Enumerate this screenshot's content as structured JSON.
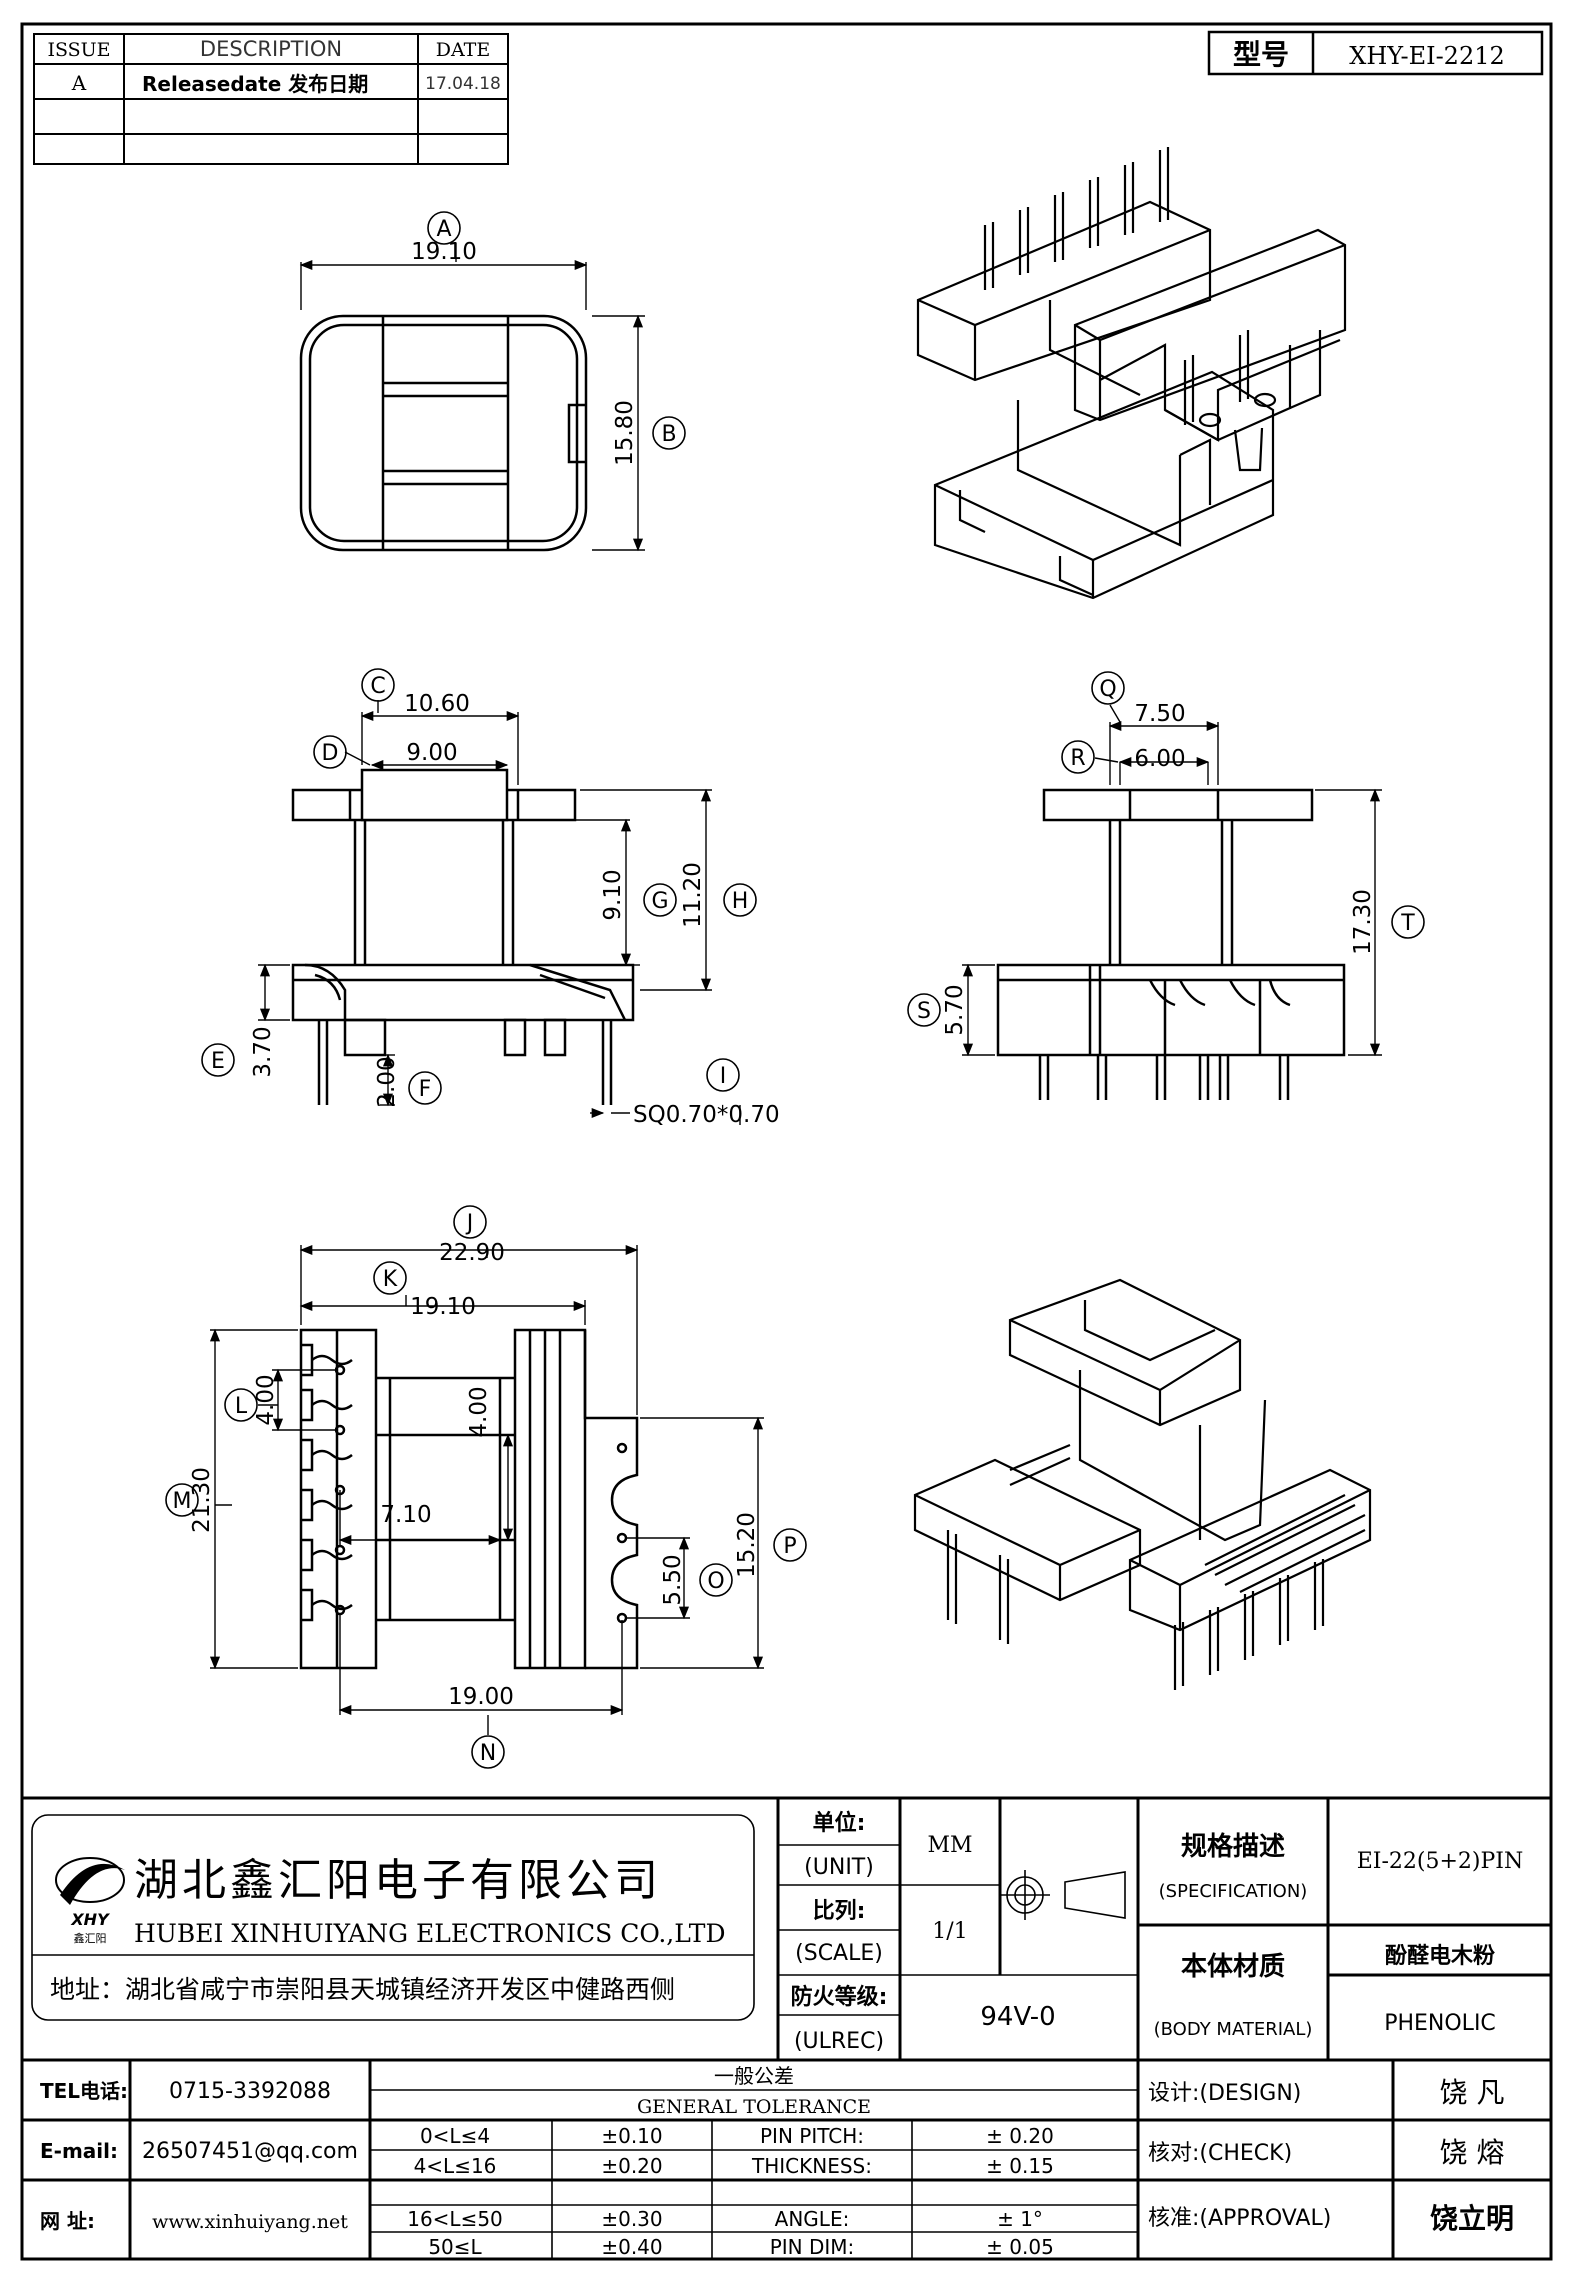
{
  "revision_table": {
    "headers": {
      "issue": "ISSUE",
      "description": "DESCRIPTION",
      "date": "DATE"
    },
    "rows": [
      {
        "issue": "A",
        "description": "Releasedate 发布日期",
        "date": "17.04.18"
      }
    ]
  },
  "model": {
    "label": "型号",
    "value": "XHY-EI-2212"
  },
  "dimensions": {
    "A": "19.10",
    "B": "15.80",
    "C": "10.60",
    "D": "9.00",
    "G": "9.10",
    "H": "11.20",
    "E": "3.70",
    "F": "2.00",
    "I": "SQ0.70*0.70",
    "Q": "7.50",
    "R": "6.00",
    "T": "17.30",
    "S": "5.70",
    "J": "22.90",
    "K": "19.10",
    "L": "4.00",
    "M": "21.30",
    "center": "4.00",
    "seven": "7.10",
    "O": "5.50",
    "P": "15.20",
    "N": "19.00"
  },
  "callouts": [
    "A",
    "B",
    "C",
    "D",
    "G",
    "H",
    "E",
    "F",
    "I",
    "Q",
    "R",
    "T",
    "S",
    "J",
    "K",
    "L",
    "M",
    "O",
    "P",
    "N"
  ],
  "company": {
    "name_cn": "湖北鑫汇阳电子有限公司",
    "name_en": "HUBEI XINHUIYANG ELECTRONICS CO.,LTD",
    "logo_text": "XHY",
    "logo_sub": "鑫汇阳",
    "address": "地址：湖北省咸宁市崇阳县天城镇经济开发区中健路西侧"
  },
  "specs": {
    "unit_label": "单位:",
    "unit_en": "(UNIT)",
    "unit_value": "MM",
    "scale_label": "比列:",
    "scale_en": "(SCALE)",
    "scale_value": "1/1",
    "fire_label": "防火等级:",
    "fire_en": "(ULREC)",
    "fire_value": "94V-0",
    "spec_label": "规格描述",
    "spec_en": "(SPECIFICATION)",
    "spec_value": "EI-22(5+2)PIN",
    "material_label": "本体材质",
    "material_en": "(BODY MATERIAL)",
    "material_value_cn": "酚醛电木粉",
    "material_value_en": "PHENOLIC"
  },
  "contact": {
    "tel_label": "TEL电话:",
    "tel": "0715-3392088",
    "email_label": "E-mail:",
    "email": "26507451@qq.com",
    "web_label": "网  址:",
    "web": "www.xinhuiyang.net"
  },
  "tolerance": {
    "title_cn": "一般公差",
    "title_en": "GENERAL TOLERANCE",
    "ranges": [
      {
        "range": "0<L≤4",
        "tol": "±0.10"
      },
      {
        "range": "4<L≤16",
        "tol": "±0.20"
      },
      {
        "range": "16<L≤50",
        "tol": "±0.30"
      },
      {
        "range": "50≤L",
        "tol": "±0.40"
      }
    ],
    "other": [
      {
        "name": "PIN PITCH:",
        "tol": "±  0.20"
      },
      {
        "name": "THICKNESS:",
        "tol": "±  0.15"
      },
      {
        "name": "ANGLE:",
        "tol": "±  1°"
      },
      {
        "name": "PIN DIM:",
        "tol": "±  0.05"
      }
    ]
  },
  "approval": {
    "design_label": "设计:(DESIGN)",
    "design_name": "饶  凡",
    "check_label": "核对:(CHECK)",
    "check_name": "饶  熔",
    "approve_label": "核准:(APPROVAL)",
    "approve_name": "饶立明"
  }
}
